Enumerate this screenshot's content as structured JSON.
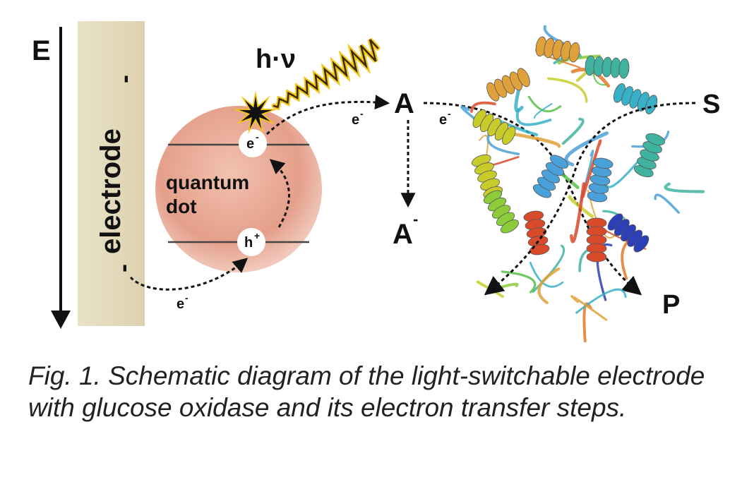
{
  "figure": {
    "energy_axis_label": "E",
    "electrode_label": "electrode",
    "electrode_sign_top": "-",
    "electrode_sign_bottom": "-",
    "photon_label": "h·ν",
    "quantum_dot_label_line1": "quantum",
    "quantum_dot_label_line2": "dot",
    "electron_label": "e",
    "electron_charge": "-",
    "hole_label": "h",
    "hole_charge": "+",
    "acceptor_label": "A",
    "reduced_acceptor_label": "A",
    "reduced_acceptor_charge": "-",
    "substrate_label": "S",
    "product_label": "P"
  },
  "caption": "Fig. 1. Schematic diagram of the light-switchable electrode with glucose oxidase and its electron transfer steps.",
  "colors": {
    "electrode_fill": "#e5dcc0",
    "quantum_dot_fill": "#e49f8a",
    "photon_wave": "#f2c81e"
  }
}
